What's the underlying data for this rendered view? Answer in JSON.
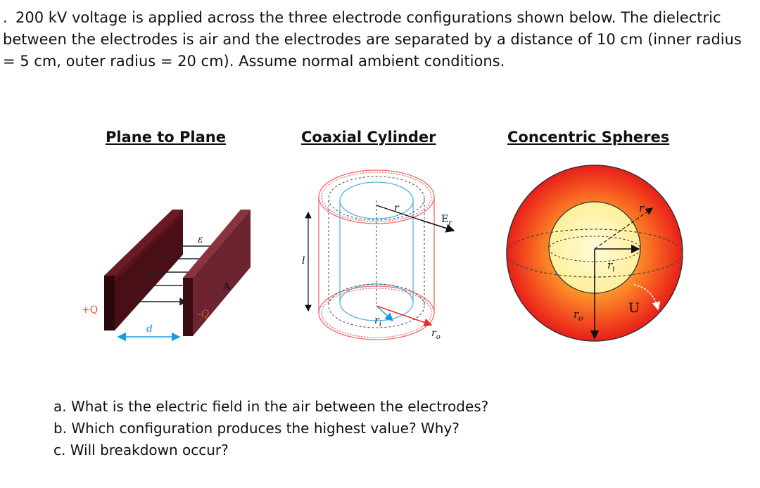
{
  "problem": {
    "number": ".",
    "text": "200 kV voltage is applied across the three electrode configurations shown below. The dielectric between the electrodes is air and the electrodes are separated by a distance of 10 cm (inner radius = 5 cm, outer radius = 20 cm).  Assume normal ambient conditions."
  },
  "figures": {
    "plane": {
      "heading": "Plane to Plane",
      "labels": {
        "eps": "ε",
        "area": "A",
        "plus": "+Q",
        "minus": "-Q",
        "dist": "d"
      }
    },
    "coax": {
      "heading": "Coaxial Cylinder",
      "labels": {
        "r": "r",
        "field": "E",
        "field_sub": "r",
        "length": "l",
        "ri": "r",
        "ri_sub": "i",
        "ro": "r",
        "ro_sub": "o"
      }
    },
    "sphere": {
      "heading": "Concentric Spheres",
      "labels": {
        "r": "r",
        "ri": "r",
        "ri_sub": "i",
        "ro": "r",
        "ro_sub": "o",
        "u": "U"
      }
    }
  },
  "questions": [
    "a. What is the electric field in the air between the electrodes?",
    "b. Which configuration produces the highest value? Why?",
    "c. Will breakdown occur?"
  ]
}
